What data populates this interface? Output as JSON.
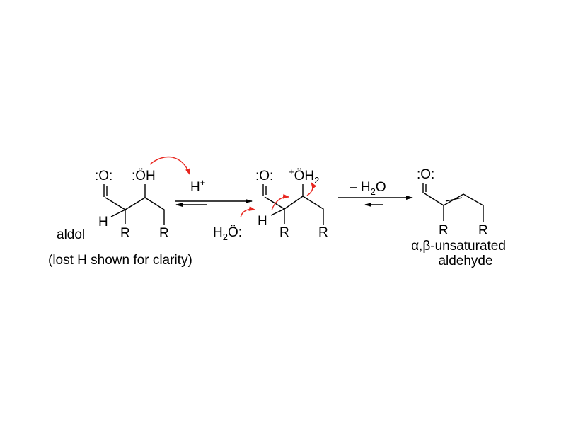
{
  "colors": {
    "arrow_push": "#e8261f",
    "ink": "#000000"
  },
  "molecule1": {
    "carbonyl_o": ":O:",
    "hydroxyl": ":ÖH",
    "h": "H",
    "r1": "R",
    "r2": "R",
    "name": "aldol",
    "note": "(lost H shown for clarity)"
  },
  "reagent1": {
    "h_plus": "H",
    "h_plus_charge": "+"
  },
  "molecule2": {
    "carbonyl_o": ":O:",
    "charge": "+",
    "oxonium": "ÖH",
    "oxonium_sub": "2",
    "h": "H",
    "r1": "R",
    "r2": "R",
    "water_h": "H",
    "water_sub": "2",
    "water_o": "Ö:"
  },
  "step2": {
    "label_prefix": "– H",
    "label_sub": "2",
    "label_suffix": "O"
  },
  "molecule3": {
    "carbonyl_o": ":O:",
    "r1": "R",
    "r2": "R",
    "name_line1": "α,β-unsaturated",
    "name_line2": "aldehyde"
  }
}
